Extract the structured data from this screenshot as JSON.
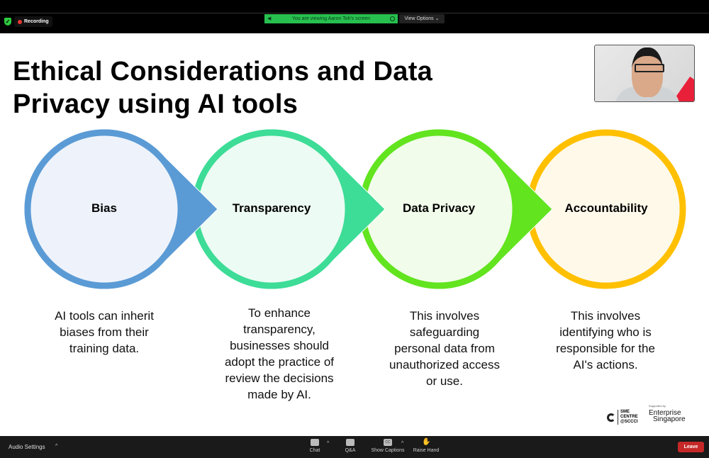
{
  "zoom_bar": {
    "recording_label": "Recording",
    "viewing_banner": "You are viewing Aaron Toh's screen",
    "view_options": "View Options"
  },
  "slide": {
    "title_line1": "Ethical Considerations and Data",
    "title_line2": "Privacy using AI tools",
    "steps": [
      {
        "label": "Bias",
        "color": "#5b9bd5",
        "fill": "#eef3fb",
        "desc": [
          "AI tools can inherit",
          "biases from their",
          "training data."
        ]
      },
      {
        "label": "Transparency",
        "color": "#3ddc97",
        "fill": "#ecfbf3",
        "desc": [
          "To enhance",
          "transparency,",
          "businesses should",
          "adopt the practice of",
          "review the decisions",
          "made by AI."
        ]
      },
      {
        "label": "Data Privacy",
        "color": "#62e41f",
        "fill": "#f1fcea",
        "desc": [
          "This involves",
          "safeguarding",
          "personal data from",
          "unauthorized access",
          "or use."
        ]
      },
      {
        "label": "Accountability",
        "color": "#ffc000",
        "fill": "#fff9ea",
        "desc": [
          "This involves",
          "identifying who is",
          "responsible for the",
          "AI's actions."
        ]
      }
    ],
    "logos": {
      "sme_centre": "SME CENTRE @SCCCI",
      "supported_by": "Supported by",
      "enterprise_line1": "Enterprise",
      "enterprise_line2": "Singapore"
    }
  },
  "toolbar": {
    "audio_settings": "Audio Settings",
    "chat": "Chat",
    "qa": "Q&A",
    "captions_icon_text": "CC",
    "show_captions": "Show Captions",
    "raise_hand": "Raise Hand",
    "leave": "Leave"
  }
}
